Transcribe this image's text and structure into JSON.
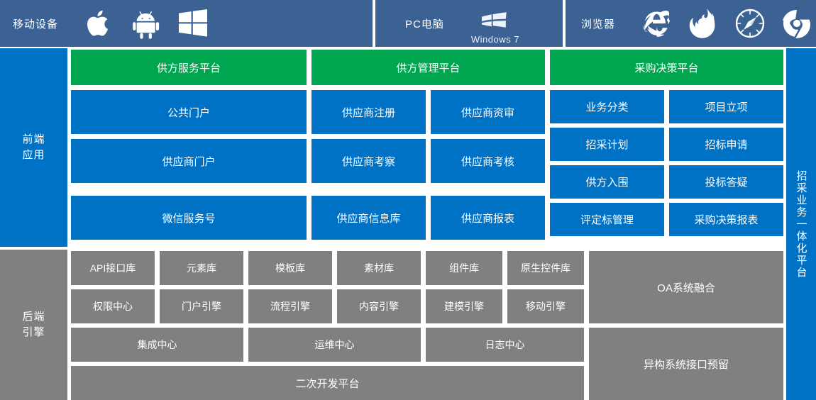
{
  "topbar": {
    "segments": [
      {
        "label": "移动设备",
        "icons": [
          {
            "name": "apple-icon",
            "alt": "Apple iOS"
          },
          {
            "name": "android-icon",
            "alt": "Android"
          },
          {
            "name": "windows-phone-icon",
            "alt": "Windows"
          }
        ]
      },
      {
        "label": "PC电脑",
        "icons": [
          {
            "name": "windows7-icon",
            "alt": "Windows 7",
            "caption": "Windows 7"
          }
        ]
      },
      {
        "label": "浏览器",
        "icons": [
          {
            "name": "internet-explorer-icon",
            "alt": "Internet Explorer"
          },
          {
            "name": "firefox-icon",
            "alt": "Firefox"
          },
          {
            "name": "safari-icon",
            "alt": "Safari"
          },
          {
            "name": "chrome-icon",
            "alt": "Chrome"
          }
        ]
      }
    ]
  },
  "sidebar": {
    "frontend_label": "前端\n应用",
    "frontend_label_line1": "前端",
    "frontend_label_line2": "应用",
    "backend_label_line1": "后端",
    "backend_label_line2": "引擎"
  },
  "rightbar": {
    "label": "招采业务一体化平台"
  },
  "frontend": {
    "platforms": [
      {
        "title": "供方服务平台"
      },
      {
        "title": "供方管理平台"
      },
      {
        "title": "采购决策平台"
      }
    ],
    "column1": [
      "公共门户",
      "供应商门户",
      "微信服务号"
    ],
    "column2": [
      "供应商注册",
      "供应商资审",
      "供应商考察",
      "供应商考核",
      "供应商信息库",
      "供应商报表"
    ],
    "column3": [
      "业务分类",
      "项目立项",
      "招采计划",
      "招标申请",
      "供方入围",
      "投标答疑",
      "评定标管理",
      "采购决策报表"
    ]
  },
  "backend": {
    "row_libraries": [
      "API接口库",
      "元素库",
      "模板库",
      "素材库",
      "组件库",
      "原生控件库"
    ],
    "row_engines": [
      "权限中心",
      "门户引擎",
      "流程引擎",
      "内容引擎",
      "建模引擎",
      "移动引擎"
    ],
    "row_centers": [
      "集成中心",
      "运维中心",
      "日志中心"
    ],
    "row_platform": "二次开发平台",
    "right_blocks": [
      "OA系统融合",
      "异构系统接口预留"
    ]
  },
  "colors": {
    "topbar_blue": "#3c6294",
    "primary_blue": "#0072c6",
    "accent_green": "#00a54f",
    "gray": "#808080",
    "background": "#ffffff"
  }
}
